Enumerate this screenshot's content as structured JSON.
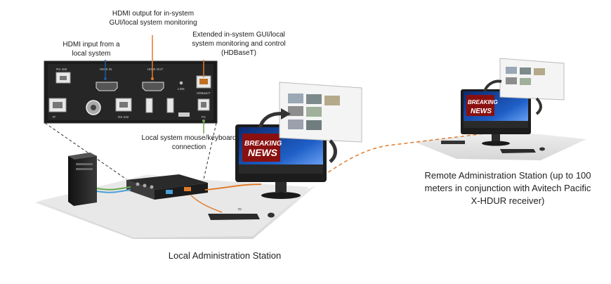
{
  "callouts": {
    "hdmi_output": "HDMI output for in-system GUI/local system monitoring",
    "hdmi_input": "HDMI input from a local system",
    "extended_gui": "Extended in-system GUI/local system monitoring and control (HDBaseT)",
    "mouse_keyboard": "Local system mouse/keyboard connection"
  },
  "captions": {
    "local_station": "Local Administration Station",
    "remote_station": "Remote Administration Station (up to 100 meters in conjunction with Avitech Pacific X-HDUR receiver)"
  },
  "rear_panel": {
    "rs485": "RS-485",
    "hdmi_in": "HDMI IN",
    "hdmi_out": "HDMI OUT",
    "link": "LINK",
    "hdbaset": "HDBaseT",
    "ip": "IP",
    "rs232": "RS-232",
    "pc": "PC"
  },
  "screen": {
    "headline_1": "BREAKING",
    "headline_2": "NEWS"
  },
  "colors": {
    "orange_cable": "#e07b2a",
    "green_cable": "#6aa84f",
    "panel_bg": "#1b1b1b",
    "floor": "#e3e3e3"
  }
}
